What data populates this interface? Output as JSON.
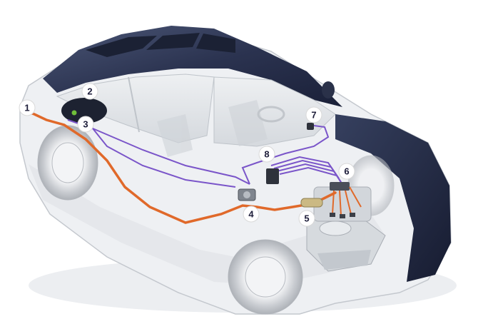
{
  "diagram": {
    "markers": [
      {
        "id": 1,
        "label": "1"
      },
      {
        "id": 2,
        "label": "2"
      },
      {
        "id": 3,
        "label": "3"
      },
      {
        "id": 4,
        "label": "4"
      },
      {
        "id": 5,
        "label": "5"
      },
      {
        "id": 6,
        "label": "6"
      },
      {
        "id": 7,
        "label": "7"
      },
      {
        "id": 8,
        "label": "8"
      }
    ],
    "colors": {
      "body_dark": "#2d3550",
      "glass": "#e6e9ec",
      "fuel_line": "#e0692a",
      "wiring": "#7a55c9",
      "marker_fill": "#ffffff",
      "marker_text": "#1d1d3a"
    }
  }
}
